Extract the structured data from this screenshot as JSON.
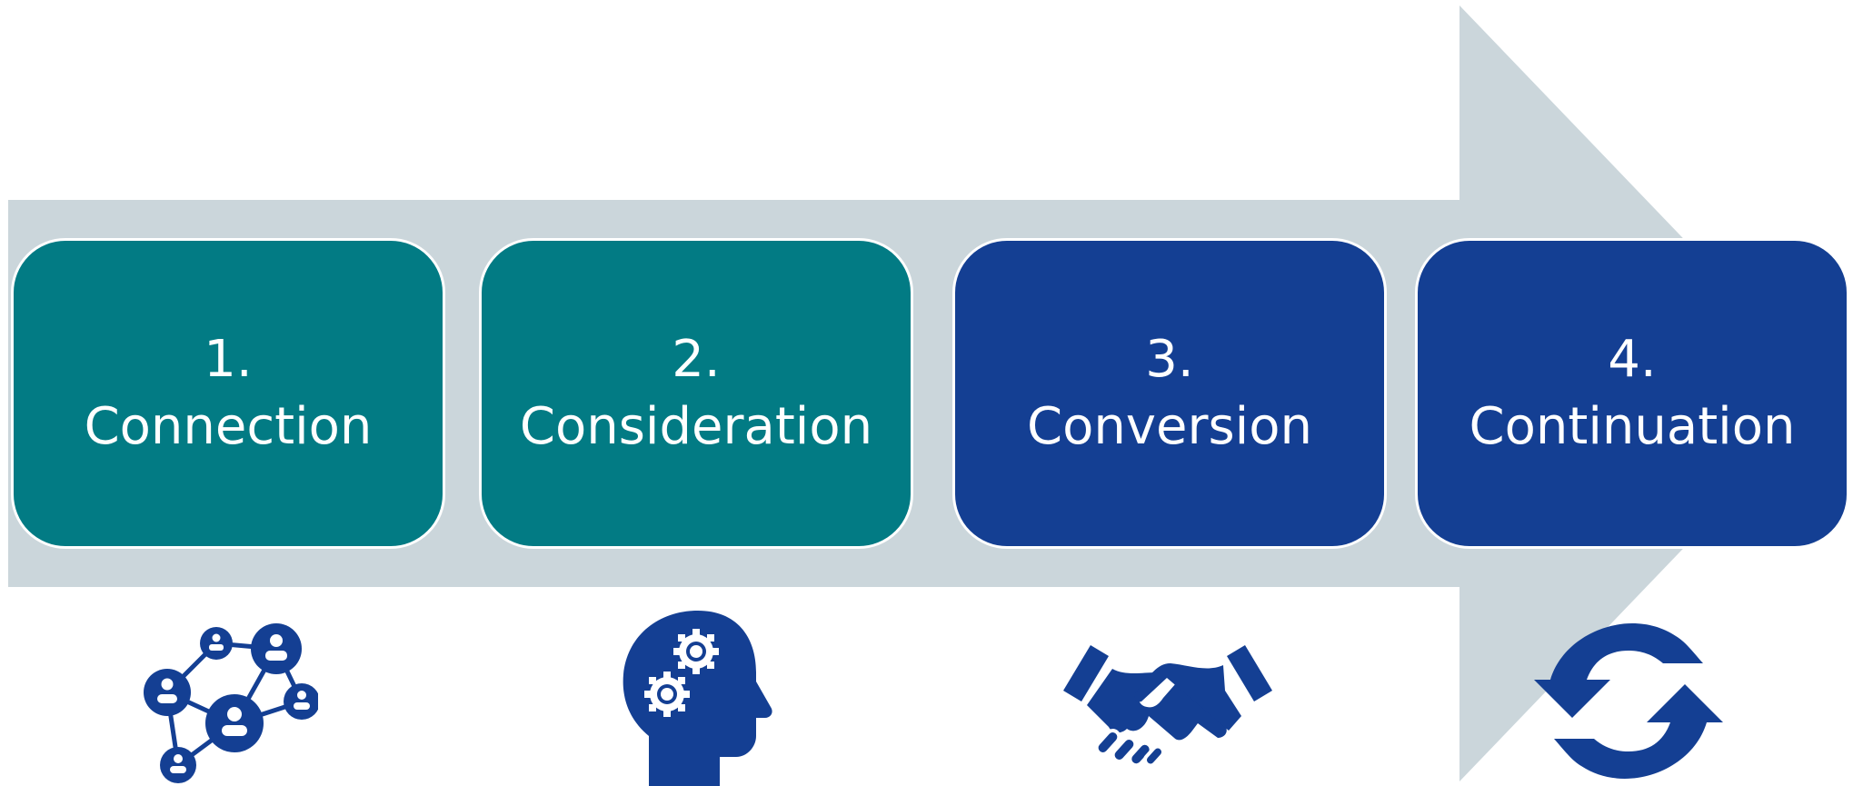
{
  "colors": {
    "arrow": "#cbd6db",
    "teal": "#027b84",
    "navy": "#143f93",
    "icon": "#143f93"
  },
  "stages": [
    {
      "number": "1.",
      "name": "Connection",
      "color": "#027b84",
      "icon": "network-people-icon"
    },
    {
      "number": "2.",
      "name": "Consideration",
      "color": "#027b84",
      "icon": "head-gears-icon"
    },
    {
      "number": "3.",
      "name": "Conversion",
      "color": "#143f93",
      "icon": "handshake-icon"
    },
    {
      "number": "4.",
      "name": "Continuation",
      "color": "#143f93",
      "icon": "refresh-cycle-icon"
    }
  ]
}
